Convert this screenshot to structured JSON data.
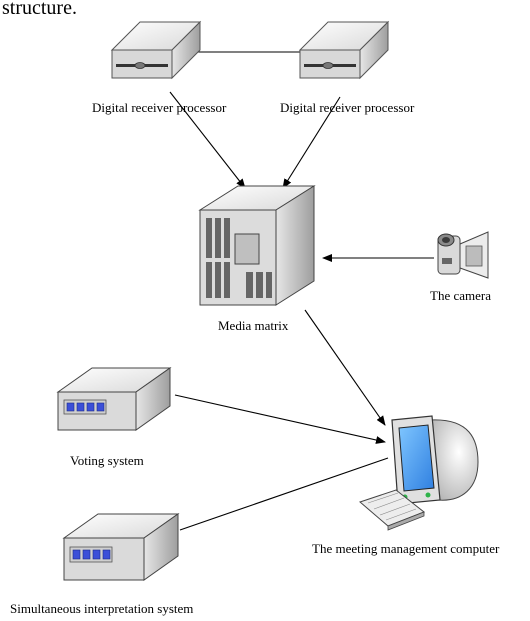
{
  "header_fragment": "structure.",
  "nodes": {
    "receiver_left": {
      "label": "Digital receiver processor",
      "icon": "receiver-processor-icon"
    },
    "receiver_right": {
      "label": "Digital receiver processor",
      "icon": "receiver-processor-icon"
    },
    "media_matrix": {
      "label": "Media matrix",
      "icon": "media-matrix-server-icon"
    },
    "camera": {
      "label": "The camera",
      "icon": "video-camera-icon"
    },
    "voting": {
      "label": "Voting system",
      "icon": "voting-system-device-icon"
    },
    "interpretation": {
      "label": "Simultaneous interpretation system",
      "icon": "interpretation-system-device-icon"
    },
    "computer": {
      "label": "The meeting management computer",
      "icon": "desktop-computer-icon"
    }
  },
  "edges": [
    {
      "from": "receiver_left",
      "to": "receiver_right",
      "arrow": false
    },
    {
      "from": "receiver_left",
      "to": "media_matrix",
      "arrow": true
    },
    {
      "from": "receiver_right",
      "to": "media_matrix",
      "arrow": true
    },
    {
      "from": "camera",
      "to": "media_matrix",
      "arrow": true
    },
    {
      "from": "media_matrix",
      "to": "computer",
      "arrow": true
    },
    {
      "from": "voting",
      "to": "computer",
      "arrow": true
    },
    {
      "from": "interpretation",
      "to": "computer",
      "arrow": false
    }
  ],
  "colors": {
    "line": "#000000",
    "device_top": "#f2f2f2",
    "device_side": "#bdbdbd",
    "device_dark": "#555555",
    "button_blue": "#3b4fd8",
    "screen_blue": "#4fa3ff",
    "led_green": "#2fb34a"
  }
}
